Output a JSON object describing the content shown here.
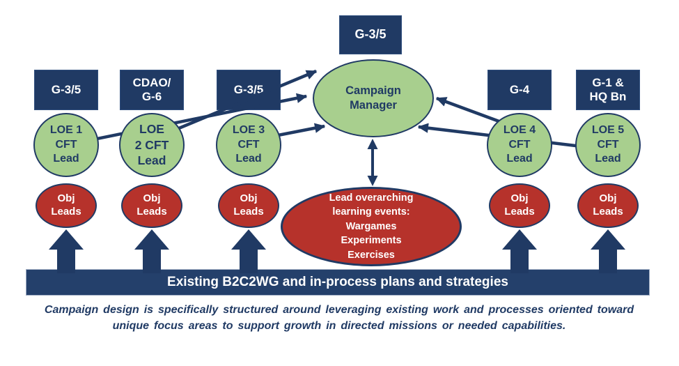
{
  "diagram_title": "Campaign design structure",
  "colors": {
    "navy": "#203A64",
    "banner_navy": "#24406B",
    "green_fill": "#A8CF8E",
    "red_fill": "#B6322B",
    "white_text": "#FFFFFF",
    "caption_text": "#203A64"
  },
  "top_box": {
    "label": "G-3/5"
  },
  "campaign_manager": {
    "label": "Campaign\nManager"
  },
  "columns": [
    {
      "box_label": "G-3/5",
      "circle_label": "LOE 1\nCFT\nLead",
      "obj_label": "Obj\nLeads"
    },
    {
      "box_label": "CDAO/\nG-6",
      "circle_label": "LOE\n2 CFT\nLead",
      "obj_label": "Obj\nLeads"
    },
    {
      "box_label": "G-3/5",
      "circle_label": "LOE 3\nCFT\nLead",
      "obj_label": "Obj\nLeads"
    },
    {
      "box_label": "G-4",
      "circle_label": "LOE 4\nCFT\nLead",
      "obj_label": "Obj\nLeads"
    },
    {
      "box_label": "G-1 &\nHQ Bn",
      "circle_label": "LOE 5\nCFT\nLead",
      "obj_label": "Obj\nLeads"
    }
  ],
  "learning_events": {
    "label": "Lead overarching\nlearning events:\nWargames\nExperiments\nExercises"
  },
  "banner": {
    "label": "Existing B2C2WG and in-process plans and strategies"
  },
  "caption": {
    "text": "Campaign design is specifically structured around leveraging existing work and processes oriented toward\nunique focus areas to support growth in directed missions or needed capabilities."
  }
}
